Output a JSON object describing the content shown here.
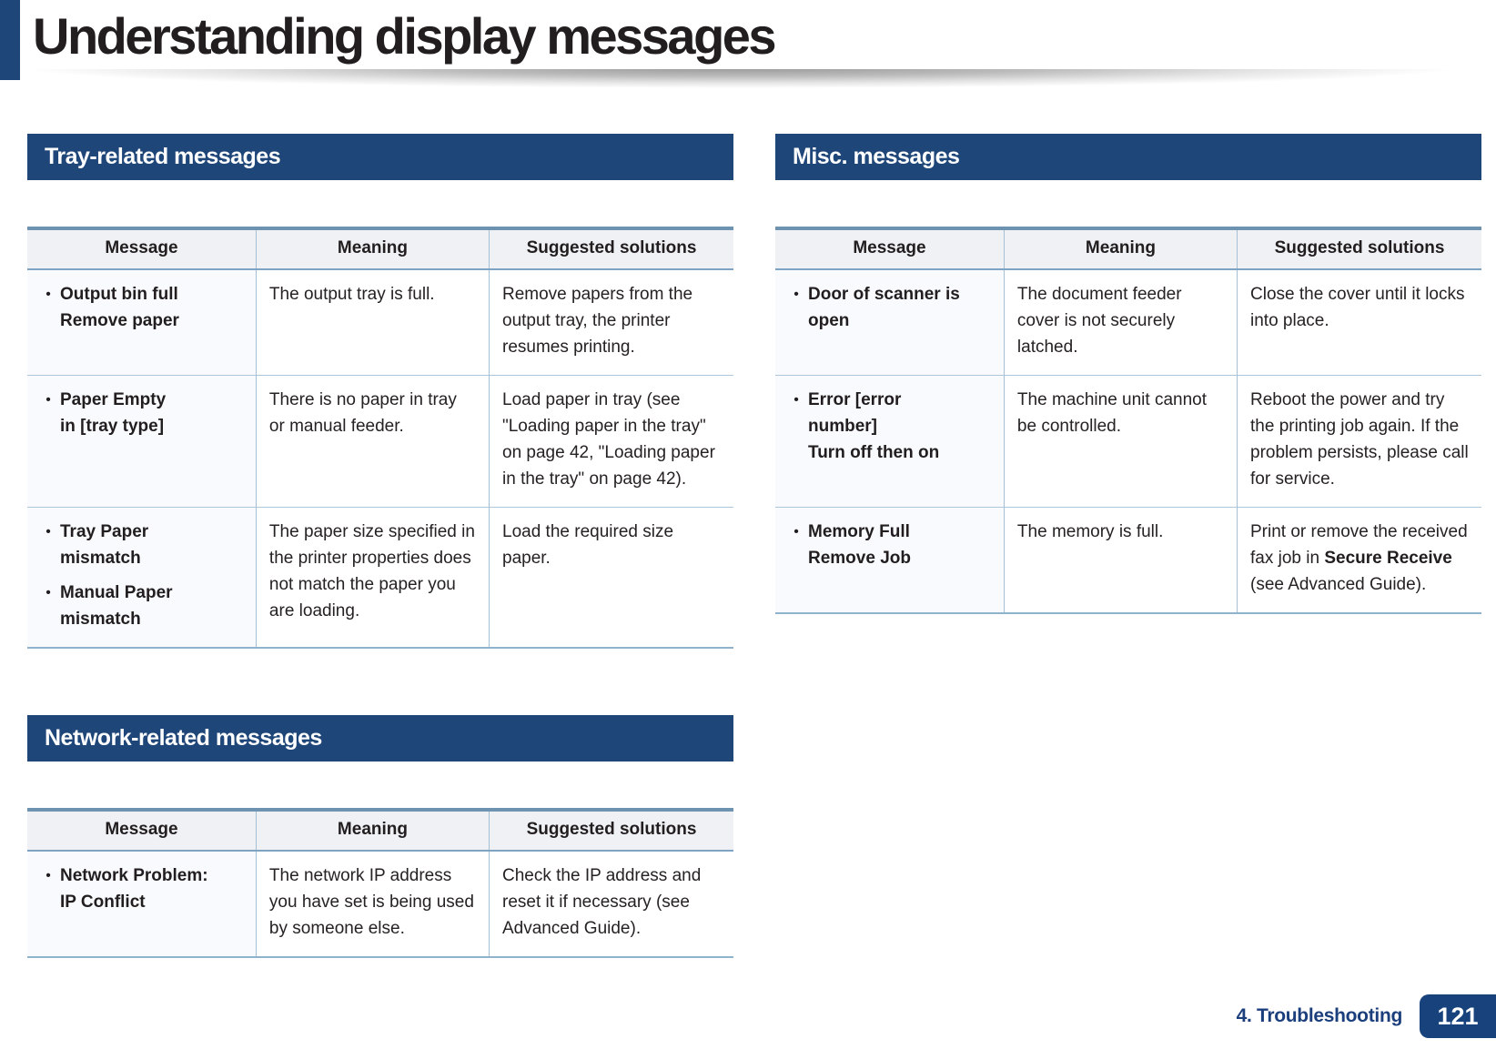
{
  "ui": {
    "bullet": "•"
  },
  "colors": {
    "banner_blue": "#1f4679",
    "footer_badge_blue": "#17427c",
    "table_top_border": "#6e93b1",
    "table_grid_blue": "#a5bfd4",
    "header_row_bg": "#f0f1f4",
    "message_col_bg": "#f8fafd"
  },
  "page": {
    "title": "Understanding display messages",
    "footer": {
      "chapter": "4. Troubleshooting",
      "page_number": "121"
    }
  },
  "sections": {
    "tray": {
      "heading": "Tray-related messages",
      "headers": [
        "Message",
        "Meaning",
        "Suggested solutions"
      ],
      "rows": [
        {
          "bullets": [
            [
              "Output bin full",
              "Remove paper"
            ]
          ],
          "meaning": "The output tray is full.",
          "solution": "Remove papers from the output tray, the printer resumes printing."
        },
        {
          "bullets": [
            [
              "Paper Empty",
              "in [tray type]"
            ]
          ],
          "meaning": "There is no paper in tray or manual feeder.",
          "solution": "Load paper in tray (see \"Loading paper in the tray\" on page 42, \"Loading paper in the tray\" on page 42)."
        },
        {
          "bullets": [
            [
              "Tray Paper",
              "mismatch"
            ],
            [
              "Manual Paper",
              "mismatch"
            ]
          ],
          "meaning": "The paper size specified in the printer properties does not match the paper you are loading.",
          "solution": "Load the required size paper."
        }
      ]
    },
    "network": {
      "heading": "Network-related messages",
      "headers": [
        "Message",
        "Meaning",
        "Suggested solutions"
      ],
      "rows": [
        {
          "bullets": [
            [
              "Network Problem:",
              "IP Conflict"
            ]
          ],
          "meaning": "The network IP address you have set is being used by someone else.",
          "solution": "Check the IP address and reset it if necessary (see Advanced Guide)."
        }
      ]
    },
    "misc": {
      "heading": "Misc. messages",
      "headers": [
        "Message",
        "Meaning",
        "Suggested solutions"
      ],
      "rows": [
        {
          "bullets": [
            [
              "Door of scanner is",
              "open"
            ]
          ],
          "meaning": "The document feeder cover is not securely latched.",
          "solution": "Close the cover until it locks into place."
        },
        {
          "bullets": [
            [
              "Error [error",
              "number]",
              "Turn off then on"
            ]
          ],
          "meaning": "The machine unit cannot be controlled.",
          "solution": "Reboot the power and try the printing job again. If the problem persists, please call for service."
        },
        {
          "bullets": [
            [
              "Memory Full",
              "Remove Job"
            ]
          ],
          "meaning": "The memory is full.",
          "solution_parts": [
            {
              "text": "Print or remove the received fax job in "
            },
            {
              "text": "Secure Receive",
              "bold": true
            },
            {
              "text": " (see Advanced Guide)."
            }
          ]
        }
      ]
    }
  }
}
